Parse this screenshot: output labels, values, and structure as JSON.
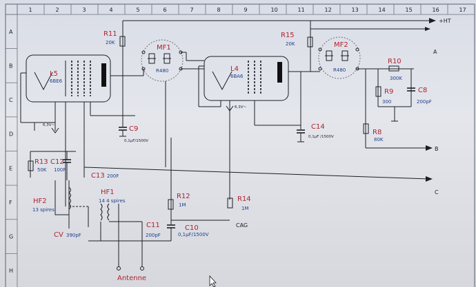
{
  "grid": {
    "columns": [
      "1",
      "2",
      "3",
      "4",
      "5",
      "6",
      "7",
      "8",
      "9",
      "10",
      "11",
      "12",
      "13",
      "14",
      "15",
      "16",
      "17"
    ],
    "rows": [
      "A",
      "B",
      "C",
      "D",
      "E",
      "F",
      "G",
      "H"
    ]
  },
  "rails": {
    "ht": "+HT",
    "a": "A",
    "b": "B",
    "c": "C"
  },
  "tubes": {
    "l5": {
      "name": "L5",
      "type": "6BE6"
    },
    "l4": {
      "name": "L4",
      "type": "6BA6"
    },
    "heater": "6,3V~",
    "heater2": "6,3V~"
  },
  "transformers": {
    "mf1": {
      "name": "MF1",
      "value": "R480"
    },
    "mf2": {
      "name": "MF2",
      "value": "R480"
    },
    "hf1": {
      "name": "HF1",
      "turns": "14  4 spires"
    },
    "hf2": {
      "name": "HF2",
      "turns": "13 spires"
    }
  },
  "resistors": {
    "r11": {
      "name": "R11",
      "value": "20K"
    },
    "r15": {
      "name": "R15",
      "value": "20K"
    },
    "r10": {
      "name": "R10",
      "value": "300K"
    },
    "r9": {
      "name": "R9",
      "value": "300"
    },
    "r8": {
      "name": "R8",
      "value": "80K"
    },
    "r13": {
      "name": "R13",
      "value": "50K"
    },
    "r12": {
      "name": "R12",
      "value": "1M"
    },
    "r14": {
      "name": "R14",
      "value": "1M"
    }
  },
  "capacitors": {
    "c8": {
      "name": "C8",
      "value": "200pF"
    },
    "c9": {
      "name": "C9",
      "value": "0,1µF/1500V"
    },
    "c14": {
      "name": "C14",
      "value": "0,1µF /1500V"
    },
    "c12": {
      "name": "C12",
      "value": "100F"
    },
    "c13": {
      "name": "C13",
      "value": "200F"
    },
    "c11": {
      "name": "C11",
      "value": "200pF"
    },
    "c10": {
      "name": "C10",
      "value": "0,1µF/1500V"
    },
    "cv": {
      "name": "CV",
      "value": "390pF"
    }
  },
  "labels": {
    "cag": "CAG",
    "antenne": "Antenne"
  }
}
